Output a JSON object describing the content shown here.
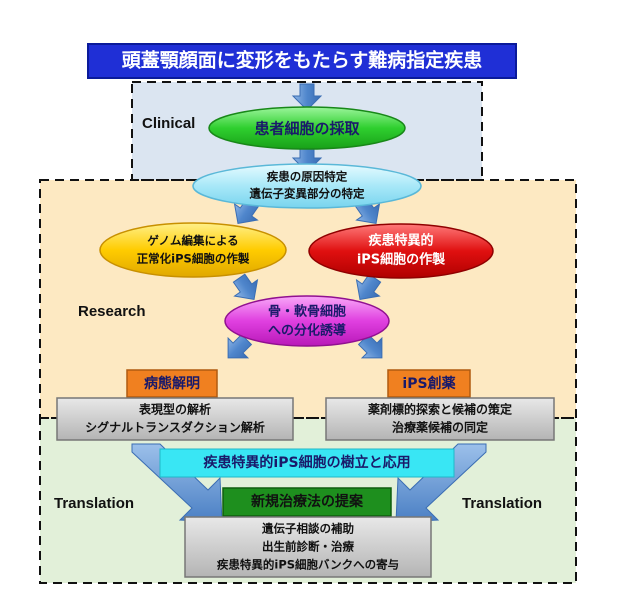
{
  "title": "頭蓋顎顔面に変形をもたらす難病指定疾患",
  "zones": {
    "clinical": "Clinical",
    "research": "Research",
    "translation_left": "Translation",
    "translation_right": "Translation"
  },
  "nodes": {
    "sampling": "患者細胞の採取",
    "cause_line1": "疾患の原因特定",
    "cause_line2": "遺伝子変異部分の特定",
    "genome_line1": "ゲノム編集による",
    "genome_line2": "正常化iPS細胞の作製",
    "disease_line1": "疾患特異的",
    "disease_line2": "iPS細胞の作製",
    "diff_line1": "骨・軟骨細胞",
    "diff_line2": "への分化誘導"
  },
  "boxes": {
    "pathology_label": "病態解明",
    "pathology_line1": "表現型の解析",
    "pathology_line2": "シグナルトランスダクション解析",
    "drug_label": "iPS創薬",
    "drug_line1": "薬剤標的探索と候補の策定",
    "drug_line2": "治療薬候補の同定",
    "establish": "疾患特異的iPS細胞の樹立と応用",
    "therapy_label": "新規治療法の提案",
    "outcome_line1": "遺伝子相談の補助",
    "outcome_line2": "出生前診断・治療",
    "outcome_line3": "疾患特異的iPS細胞バンクへの寄与"
  },
  "colors": {
    "title_bg": "#1f2fd6",
    "clinical_bg": "#dbe5f1",
    "research_bg": "#fde9c2",
    "translation_bg": "#e2f0d9",
    "green_node": "#33cc33",
    "cyan_node": "#a8e8f8",
    "yellow_node": "#ffcc00",
    "red_node": "#e01010",
    "magenta_node": "#e040e0",
    "orange_label": "#f08020",
    "grey_box": "#c8c8c8",
    "cyan_band": "#39e6f4",
    "green_label": "#1e8f1e",
    "arrow_blue": "#5a8fd0"
  }
}
